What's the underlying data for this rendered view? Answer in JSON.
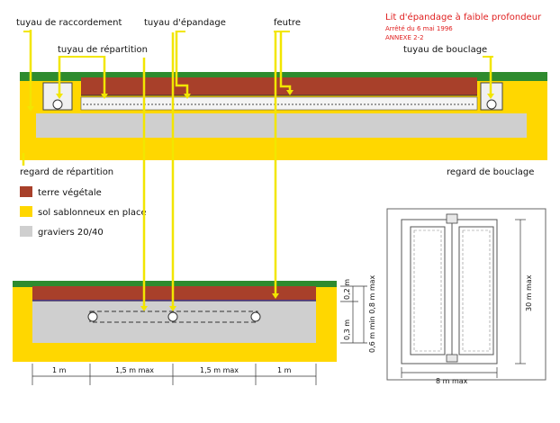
{
  "title": {
    "main": "Lit d'épandage à faible profondeur",
    "line2": "Arrêté du 6 mai 1996",
    "line3": "ANNEXE 2-2"
  },
  "labels": {
    "tuyau_raccordement": "tuyau de raccordement",
    "tuyau_repartition": "tuyau de répartition",
    "tuyau_epandage": "tuyau d'épandage",
    "feutre": "feutre",
    "tuyau_bouclage": "tuyau de bouclage",
    "regard_repartition": "regard de répartition",
    "regard_bouclage": "regard de bouclage"
  },
  "legend": [
    {
      "label": "terre végétale",
      "color": "#a8402a"
    },
    {
      "label": "sol sablonneux en place",
      "color": "#ffd700"
    },
    {
      "label": "graviers 20/40",
      "color": "#cfcfcf"
    }
  ],
  "dimensions": {
    "w1": "1 m",
    "w2": "1,5 m max",
    "w3": "1,5 m max",
    "w4": "1 m",
    "d_top": "0,2 m",
    "d_bottom": "0,3 m",
    "d_total": "0,6 m min 0,8 m max",
    "plan_length": "30 m max",
    "plan_width": "8 m max"
  },
  "colors": {
    "soil": "#ffd700",
    "topsoil": "#a8402a",
    "gravel": "#cfcfcf",
    "grass": "#2e8b2e",
    "arrow": "#f2e600",
    "title_red": "#e02020"
  }
}
